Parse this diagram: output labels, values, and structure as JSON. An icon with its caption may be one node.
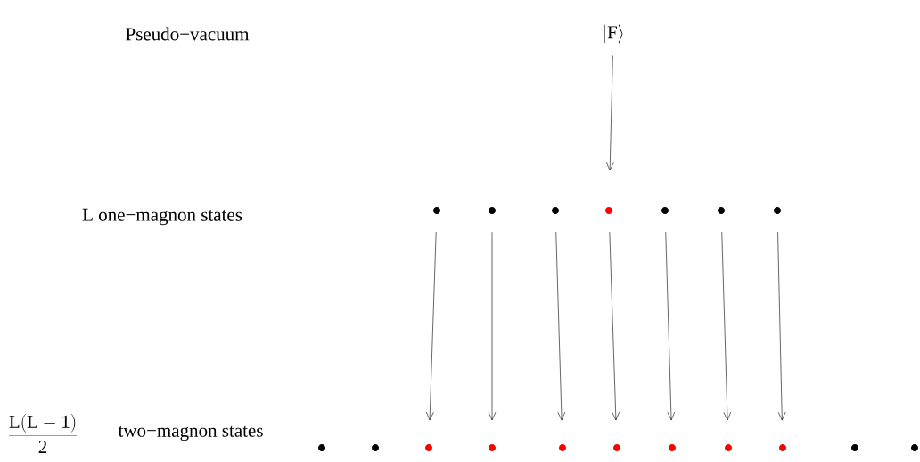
{
  "diagram": {
    "nodes": [
      {
        "text": [
          "\\left|\\mathrm{F}\\right\\rangle"
        ]
      },
      {
        "text": [],
        "shape": "circle"
      },
      {
        "text": [],
        "shape": "circle"
      },
      {
        "text": [],
        "shape": "circle"
      },
      {
        "text": [],
        "shape": "circle"
      },
      {
        "text": [],
        "shape": "circle"
      },
      {
        "text": [],
        "shape": "circle"
      },
      {
        "text": [],
        "shape": "circle"
      },
      {
        "text": [],
        "shape": "circle"
      },
      {
        "text": [],
        "shape": "circle"
      },
      {
        "text": [],
        "shape": "circle"
      },
      {
        "text": [],
        "shape": "circle"
      },
      {
        "text": [],
        "shape": "circle"
      },
      {
        "text": [],
        "shape": "circle"
      },
      {
        "text": [],
        "shape": "circle"
      },
      {
        "text": [],
        "shape": "circle"
      },
      {
        "text": [],
        "shape": "circle"
      },
      {
        "text": [],
        "shape": "circle"
      },
      {
        "text": [],
        "shape": "circle"
      }
    ],
    "edges": [
      {
        "from": 0,
        "to": 4,
        "arrow": "to"
      },
      {
        "from": 1,
        "to": 10,
        "arrow": "to"
      },
      {
        "from": 2,
        "to": 11,
        "arrow": "to"
      },
      {
        "from": 3,
        "to": 12,
        "arrow": "to"
      },
      {
        "from": 4,
        "to": 13,
        "arrow": "to"
      },
      {
        "from": 5,
        "to": 14,
        "arrow": "to"
      },
      {
        "from": 6,
        "to": 15,
        "arrow": "to"
      },
      {
        "from": 7,
        "to": 16,
        "arrow": "to"
      }
    ],
    "labels": [
      "Pseudo−vacuum",
      "L one−magnon states",
      "\\frac{\\mathrm{L(L-1)}}{\\mathrm{2}}",
      "two−magnon states"
    ]
  }
}
